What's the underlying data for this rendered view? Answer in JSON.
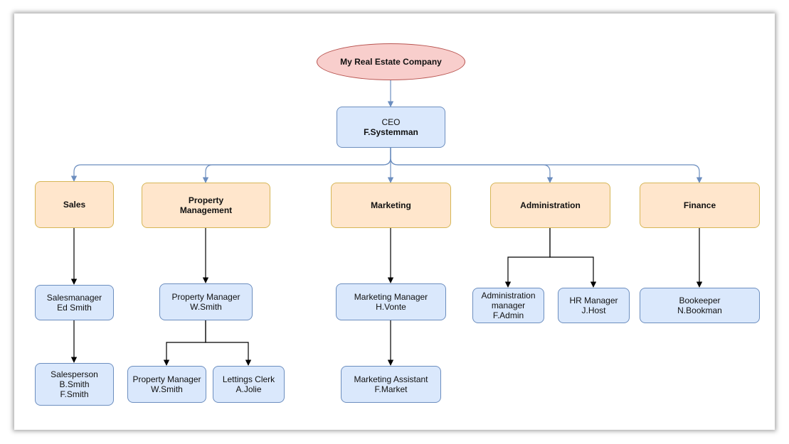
{
  "diagram": {
    "root": "My Real Estate Company",
    "ceo": {
      "title": "CEO",
      "name": "F.Systemman"
    },
    "departments": [
      {
        "id": "sales",
        "label": "Sales"
      },
      {
        "id": "property",
        "label": "Property\nManagement"
      },
      {
        "id": "marketing",
        "label": "Marketing"
      },
      {
        "id": "admin",
        "label": "Administration"
      },
      {
        "id": "finance",
        "label": "Finance"
      }
    ],
    "employees": {
      "sales_manager": "Salesmanager\nEd Smith",
      "salesperson": "Salesperson\nB.Smith\nF.Smith",
      "property_manager": "Property Manager\nW.Smith",
      "property_manager_sub": "Property Manager\nW.Smith",
      "lettings_clerk": "Lettings Clerk\nA.Jolie",
      "marketing_manager": "Marketing Manager\nH.Vonte",
      "marketing_assistant": "Marketing Assistant\nF.Market",
      "admin_manager": "Administration\nmanager\nF.Admin",
      "hr_manager": "HR Manager\nJ.Host",
      "bookkeeper": "Bookeeper\nN.Bookman"
    }
  },
  "colors": {
    "root_fill": "#f8cecc",
    "root_stroke": "#b85450",
    "blue_fill": "#dae8fc",
    "blue_stroke": "#6c8ebf",
    "dept_fill": "#ffe6cc",
    "dept_stroke": "#d6b656",
    "blue_connector": "#6c8ebf",
    "black_connector": "#000000"
  }
}
